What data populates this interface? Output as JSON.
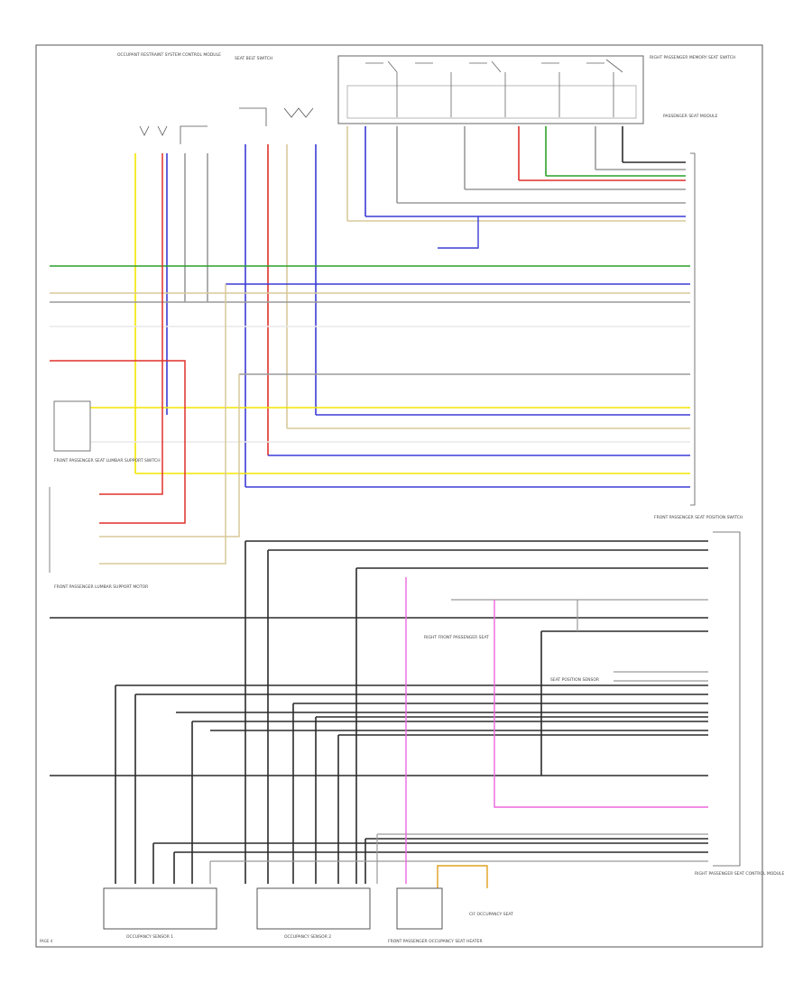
{
  "diagram": {
    "page_number": "PAGE 4",
    "colors": {
      "black": "#2b2b2b",
      "gray": "#9a9a9a",
      "lightgray": "#c8c8c8",
      "yellow": "#f2e600",
      "blue": "#3b3bd6",
      "red": "#e0302a",
      "green": "#2aa12a",
      "pink": "#ee66dd",
      "orange": "#e0a020",
      "tan": "#d8c89a"
    },
    "labels": {
      "top_connector_label": "OCCUPANT RESTRAINT SYSTEM CONTROL MODULE",
      "top_middle_label": "SEAT BELT SWITCH",
      "top_right_switch_label": "RIGHT PASSENGER MEMORY SEAT SWITCH",
      "right_module_top_label": "PASSENGER SEAT MODULE",
      "right_module_bottom_label": "RIGHT PASSENGER SEAT CONTROL MODULE",
      "left_switch_label": "FRONT PASSENGER SEAT LUMBAR SUPPORT SWITCH",
      "left_motor_label": "FRONT PASSENGER LUMBAR SUPPORT MOTOR",
      "center_label": "RIGHT FRONT PASSENGER SEAT",
      "bottom_left_box": "OCCUPANCY SENSOR 1",
      "bottom_mid_box": "OCCUPANCY SENSOR 2",
      "bottom_motor_label": "FRONT PASSENGER OCCUPANCY SEAT HEATER",
      "bottom_right_label": "CIF OCCUPANCY SEAT",
      "mid_right_label": "FRONT PASSENGER SEAT POSITION SWITCH",
      "mid_block_label": "SEAT POSITION SENSOR"
    }
  }
}
